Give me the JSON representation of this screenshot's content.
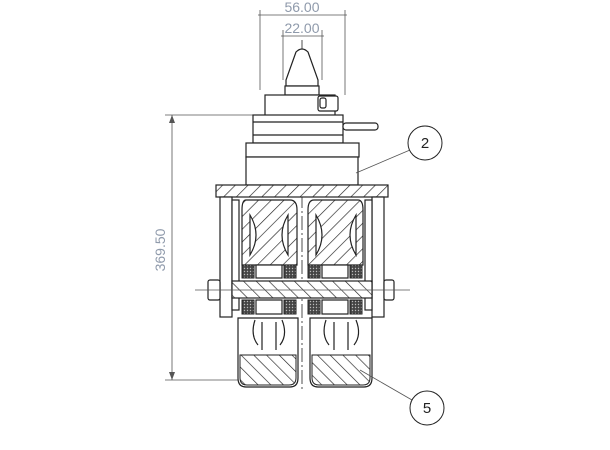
{
  "drawing": {
    "dimensions": {
      "outer_width": "56.00",
      "inner_width": "22.00",
      "overall_height": "369.50"
    },
    "balloons": [
      {
        "label": "2"
      },
      {
        "label": "5"
      }
    ],
    "colors": {
      "line": "#222222",
      "dimension_text": "#8f9aab"
    }
  }
}
